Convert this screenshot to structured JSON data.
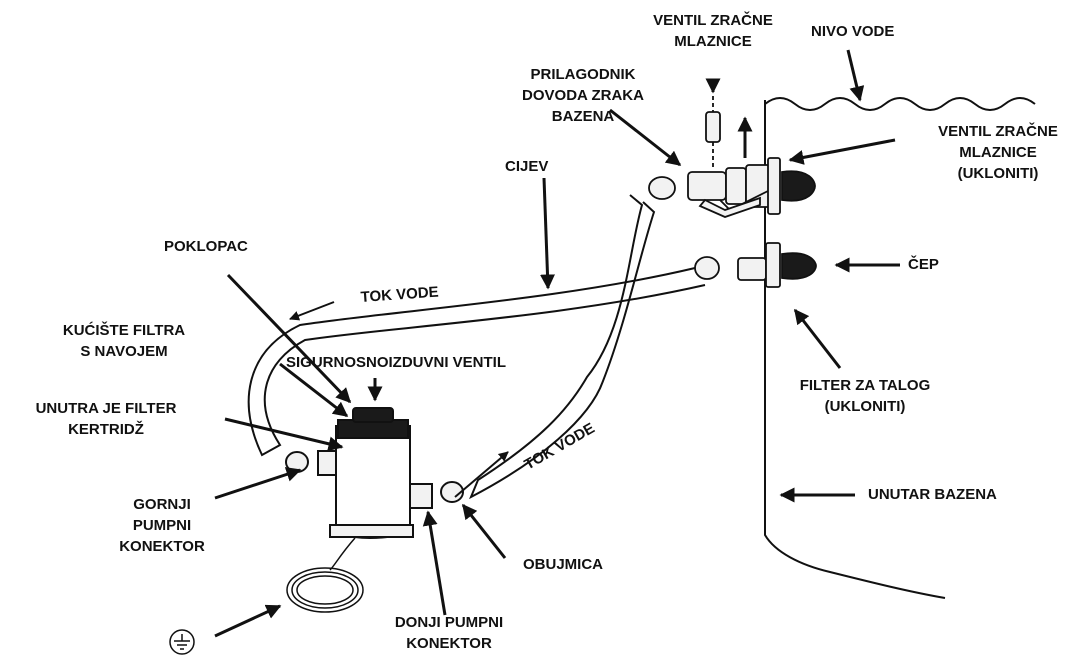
{
  "labels": {
    "air_valve_top": [
      "VENTIL ZRAČNE",
      "MLAZNICE"
    ],
    "water_level": "NIVO VODE",
    "inlet_adapter": [
      "PRILAGODNIK",
      "DOVODA ZRAKA",
      "BAZENA"
    ],
    "air_valve_remove": [
      "VENTIL ZRAČNE",
      "MLAZNICE",
      "(UKLONITI)"
    ],
    "hose": "CIJEV",
    "plug": "ČEP",
    "cover": "POKLOPAC",
    "water_flow_top": "TOK VODE",
    "filter_housing": [
      "KUĆIŠTE FILTRA",
      "S NAVOJEM"
    ],
    "relief_valve": "SIGURNOSNOIZDUVNI VENTIL",
    "cartridge_inside": [
      "UNUTRA JE FILTER",
      "KERTRIDŽ"
    ],
    "strainer": [
      "FILTER ZA TALOG",
      "(UKLONITI)"
    ],
    "water_flow_bottom": "TOK VODE",
    "upper_connector": [
      "GORNJI",
      "PUMPNI",
      "KONEKTOR"
    ],
    "inside_pool": "UNUTAR BAZENA",
    "clamp": "OBUJMICA",
    "lower_connector": [
      "DONJI PUMPNI",
      "KONEKTOR"
    ]
  },
  "icons": {
    "ground": "ground-symbol-icon"
  },
  "colors": {
    "ink": "#111111",
    "fill_light": "#f2f2f2",
    "fill_dark": "#1a1a1a"
  }
}
